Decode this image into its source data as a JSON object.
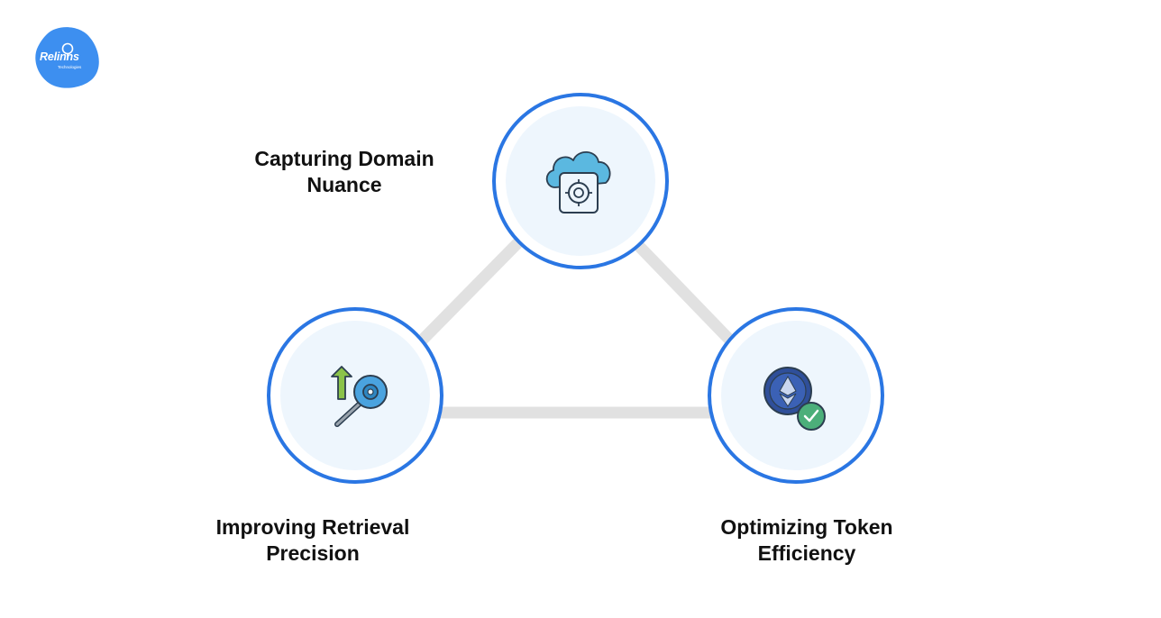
{
  "logo": {
    "name": "Relinns",
    "sub": "Technologies",
    "color": "#3d8ff0"
  },
  "colors": {
    "ring": "#2a76e3",
    "fill": "#eef6fd",
    "connector": "#e1e1e1"
  },
  "nodes": [
    {
      "id": "top",
      "label_lines": [
        "Capturing Domain",
        "Nuance"
      ],
      "icon": "cloud-lock-icon"
    },
    {
      "id": "left",
      "label_lines": [
        "Improving Retrieval",
        "Precision"
      ],
      "icon": "magnifier-gear-icon"
    },
    {
      "id": "right",
      "label_lines": [
        "Optimizing Token",
        "Efficiency"
      ],
      "icon": "token-check-icon"
    }
  ]
}
